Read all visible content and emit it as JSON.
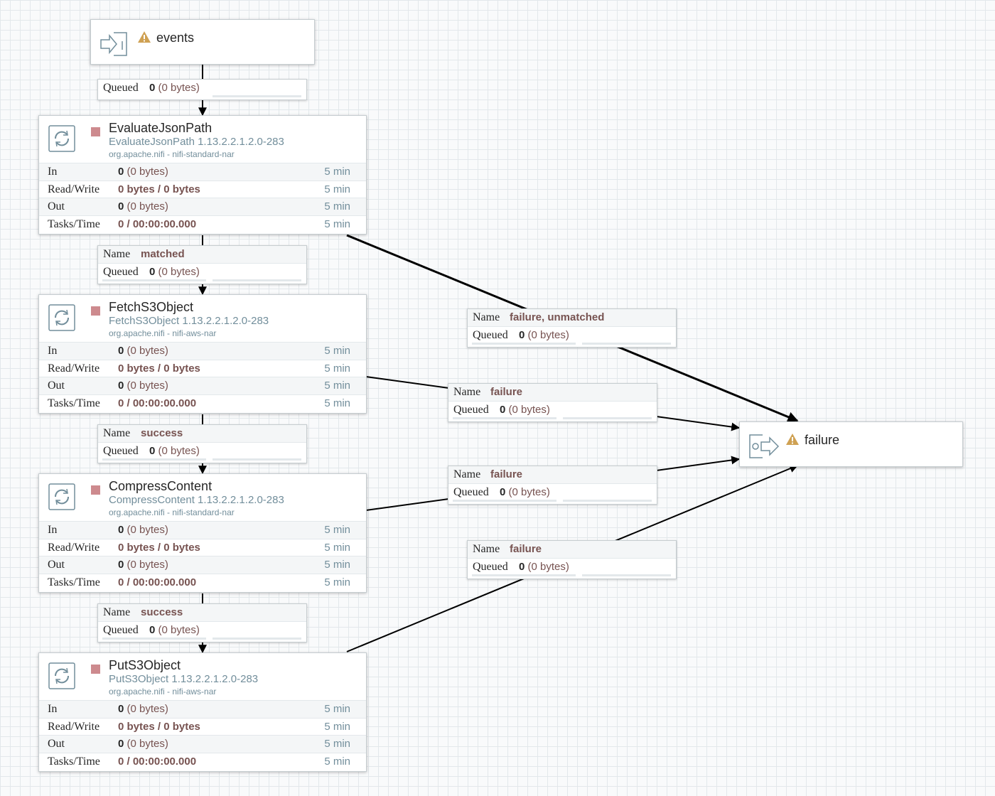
{
  "input_port": {
    "name": "events"
  },
  "output_port": {
    "name": "failure"
  },
  "processors": [
    {
      "name": "EvaluateJsonPath",
      "type": "EvaluateJsonPath 1.13.2.2.1.2.0-283",
      "bundle": "org.apache.nifi - nifi-standard-nar",
      "stats": {
        "in_label": "In",
        "in_count": "0",
        "in_size": "(0 bytes)",
        "in_time": "5 min",
        "rw_label": "Read/Write",
        "rw_value": "0 bytes / 0 bytes",
        "rw_time": "5 min",
        "out_label": "Out",
        "out_count": "0",
        "out_size": "(0 bytes)",
        "out_time": "5 min",
        "tasks_label": "Tasks/Time",
        "tasks_value": "0 / 00:00:00.000",
        "tasks_time": "5 min"
      }
    },
    {
      "name": "FetchS3Object",
      "type": "FetchS3Object 1.13.2.2.1.2.0-283",
      "bundle": "org.apache.nifi - nifi-aws-nar",
      "stats": {
        "in_label": "In",
        "in_count": "0",
        "in_size": "(0 bytes)",
        "in_time": "5 min",
        "rw_label": "Read/Write",
        "rw_value": "0 bytes / 0 bytes",
        "rw_time": "5 min",
        "out_label": "Out",
        "out_count": "0",
        "out_size": "(0 bytes)",
        "out_time": "5 min",
        "tasks_label": "Tasks/Time",
        "tasks_value": "0 / 00:00:00.000",
        "tasks_time": "5 min"
      }
    },
    {
      "name": "CompressContent",
      "type": "CompressContent 1.13.2.2.1.2.0-283",
      "bundle": "org.apache.nifi - nifi-standard-nar",
      "stats": {
        "in_label": "In",
        "in_count": "0",
        "in_size": "(0 bytes)",
        "in_time": "5 min",
        "rw_label": "Read/Write",
        "rw_value": "0 bytes / 0 bytes",
        "rw_time": "5 min",
        "out_label": "Out",
        "out_count": "0",
        "out_size": "(0 bytes)",
        "out_time": "5 min",
        "tasks_label": "Tasks/Time",
        "tasks_value": "0 / 00:00:00.000",
        "tasks_time": "5 min"
      }
    },
    {
      "name": "PutS3Object",
      "type": "PutS3Object 1.13.2.2.1.2.0-283",
      "bundle": "org.apache.nifi - nifi-aws-nar",
      "stats": {
        "in_label": "In",
        "in_count": "0",
        "in_size": "(0 bytes)",
        "in_time": "5 min",
        "rw_label": "Read/Write",
        "rw_value": "0 bytes / 0 bytes",
        "rw_time": "5 min",
        "out_label": "Out",
        "out_count": "0",
        "out_size": "(0 bytes)",
        "out_time": "5 min",
        "tasks_label": "Tasks/Time",
        "tasks_value": "0 / 00:00:00.000",
        "tasks_time": "5 min"
      }
    }
  ],
  "connections": {
    "name_label": "Name",
    "queued_label": "Queued",
    "events_to_evaluate": {
      "queued_count": "0",
      "queued_size": "(0 bytes)"
    },
    "matched": {
      "name": "matched",
      "queued_count": "0",
      "queued_size": "(0 bytes)"
    },
    "success_1": {
      "name": "success",
      "queued_count": "0",
      "queued_size": "(0 bytes)"
    },
    "success_2": {
      "name": "success",
      "queued_count": "0",
      "queued_size": "(0 bytes)"
    },
    "failure_unmatched": {
      "name": "failure, unmatched",
      "queued_count": "0",
      "queued_size": "(0 bytes)"
    },
    "failure_fetch": {
      "name": "failure",
      "queued_count": "0",
      "queued_size": "(0 bytes)"
    },
    "failure_compress": {
      "name": "failure",
      "queued_count": "0",
      "queued_size": "(0 bytes)"
    },
    "failure_put": {
      "name": "failure",
      "queued_count": "0",
      "queued_size": "(0 bytes)"
    }
  },
  "colors": {
    "accent_running": "#cd8a8e",
    "secondary_text": "#728e9b",
    "value_text": "#775351",
    "warning": "#cfa153"
  },
  "icons": [
    "input-port-icon",
    "output-port-icon",
    "processor-icon",
    "warning-icon",
    "stopped-icon"
  ]
}
